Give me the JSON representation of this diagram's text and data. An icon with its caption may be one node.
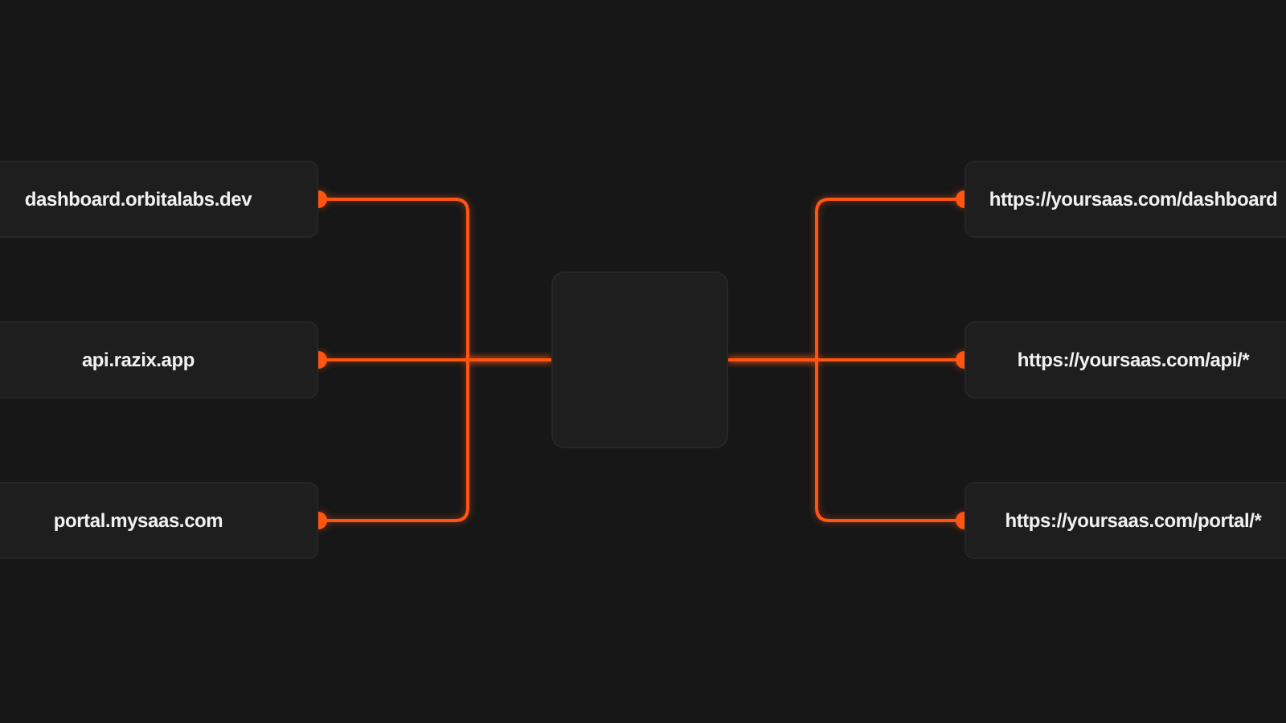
{
  "diagram": {
    "nodes": [
      {
        "text": [
          "dashboard.orbitalabs.dev"
        ]
      },
      {
        "text": [
          "api.razix.app"
        ]
      },
      {
        "text": [
          "portal.mysaas.com"
        ]
      },
      {
        "text": [],
        "shape": "box"
      },
      {
        "text": [
          "https://yoursaas.com/dashboard"
        ]
      },
      {
        "text": [
          "https://yoursaas.com/api/*"
        ]
      },
      {
        "text": [
          "https://yoursaas.com/portal/*"
        ]
      }
    ],
    "edges": [
      {
        "from": 0,
        "to": 3,
        "arrow": "other"
      },
      {
        "from": 1,
        "to": 3,
        "arrow": "other"
      },
      {
        "from": 2,
        "to": 3,
        "arrow": "other"
      },
      {
        "from": 4,
        "to": 3,
        "arrow": "other"
      },
      {
        "from": 5,
        "to": 3,
        "arrow": "other"
      },
      {
        "from": 6,
        "to": 3,
        "arrow": "other"
      }
    ]
  }
}
